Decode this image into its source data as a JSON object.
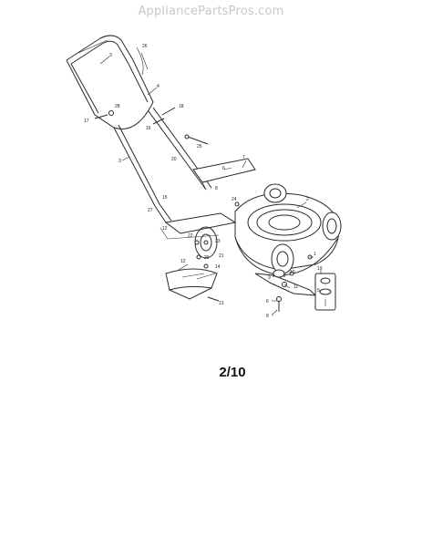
{
  "watermark": "AppliancePartsPros.com",
  "page_number": "2/10",
  "callouts": {
    "c1": "1",
    "c2": "2",
    "c3": "3",
    "c4": "4",
    "c5": "5",
    "c6": "6",
    "c7": "7",
    "c8": "8",
    "c9": "9",
    "c10": "10",
    "c11": "11",
    "c12": "12",
    "c13": "13",
    "c14": "14",
    "c15": "15",
    "c16": "16",
    "c17": "17",
    "c18": "18",
    "c19": "19",
    "c20": "20",
    "c21": "21",
    "c22": "22",
    "c23": "23",
    "c24": "24",
    "c25": "25",
    "c26": "26",
    "c27": "27",
    "c28": "28",
    "c29": "29"
  },
  "colors": {
    "line": "#2a2a2a",
    "watermark": "#c8c8c8"
  }
}
